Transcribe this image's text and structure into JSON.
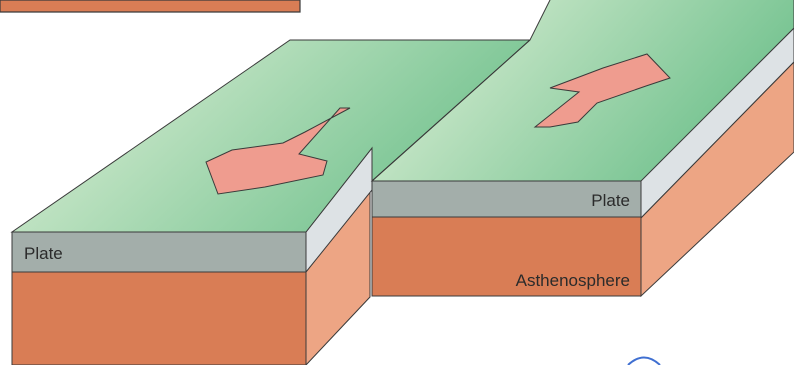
{
  "diagram": {
    "labels": {
      "plate_left": "Plate",
      "plate_right": "Plate",
      "asthenosphere": "Asthenosphere"
    },
    "colors": {
      "plate_top_light": "#e6f3dc",
      "plate_top_dark": "#73c28f",
      "plate_side_gray": "#a3aeaa",
      "asthenosphere_front": "#d97d55",
      "side_face_salmon": "#eda584",
      "lithosphere_side_light": "#dde2e5",
      "arrow_fill": "#ef9c8f",
      "inset_box": "#d97d55",
      "outline": "#3a3a3a"
    },
    "arrows": [
      "arrow-down-left",
      "arrow-up-right"
    ]
  }
}
